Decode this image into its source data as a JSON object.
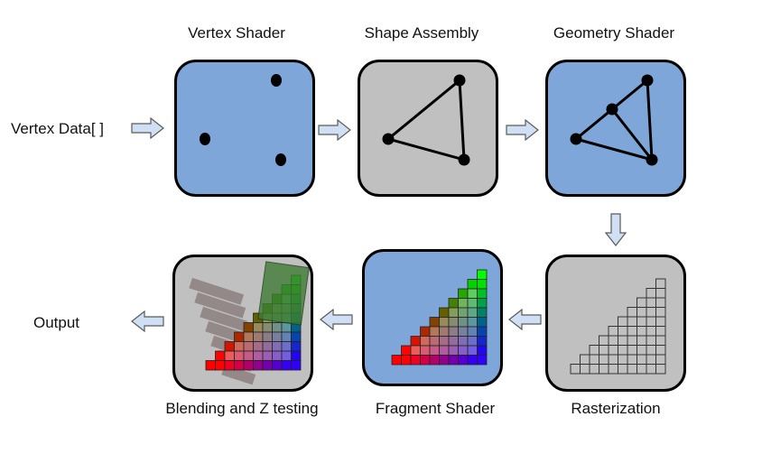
{
  "colors": {
    "blue_stage": "#7ea6d8",
    "gray_stage": "#c0c0c0",
    "arrow_fill": "#cfe0f5",
    "arrow_stroke": "#5a5a5a"
  },
  "input_label": "Vertex Data[ ]",
  "output_label": "Output",
  "stages": [
    {
      "id": "vertex",
      "label": "Vertex Shader",
      "color": "blue"
    },
    {
      "id": "shape",
      "label": "Shape Assembly",
      "color": "gray"
    },
    {
      "id": "geometry",
      "label": "Geometry Shader",
      "color": "blue"
    },
    {
      "id": "raster",
      "label": "Rasterization",
      "color": "gray"
    },
    {
      "id": "fragment",
      "label": "Fragment Shader",
      "color": "blue"
    },
    {
      "id": "blend",
      "label": "Blending and Z testing",
      "color": "gray"
    }
  ]
}
